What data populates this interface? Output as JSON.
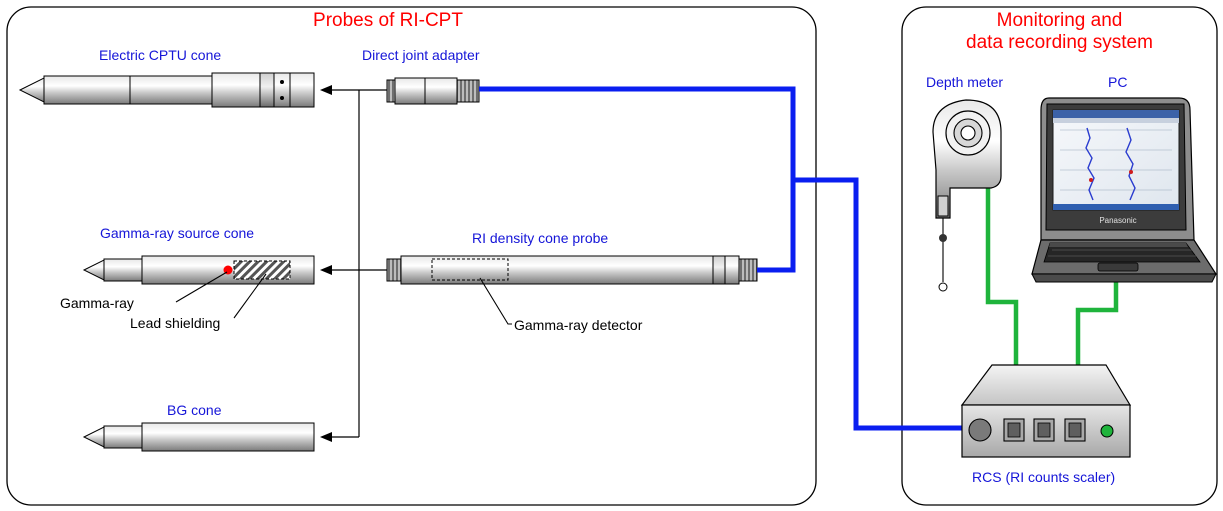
{
  "panels": {
    "left_title": "Probes of RI-CPT",
    "right_title_line1": "Monitoring and",
    "right_title_line2": "data recording system"
  },
  "probes": {
    "electric_cptu": "Electric CPTU cone",
    "direct_joint": "Direct joint adapter",
    "gamma_source": "Gamma-ray source cone",
    "ri_density": "RI density cone probe",
    "gamma_ray": "Gamma-ray",
    "lead_shielding": "Lead shielding",
    "gamma_detector": "Gamma-ray  detector",
    "bg_cone": "BG cone"
  },
  "system": {
    "depth_meter": "Depth meter",
    "pc": "PC",
    "rcs": "RCS (RI counts scaler)",
    "laptop_brand": "Panasonic"
  },
  "colors": {
    "title": "#ff0000",
    "label_blue": "#1515d8",
    "cable_blue": "#0a1ef0",
    "cable_green": "#1fb43c",
    "gamma_source_dot": "#ff0000"
  }
}
